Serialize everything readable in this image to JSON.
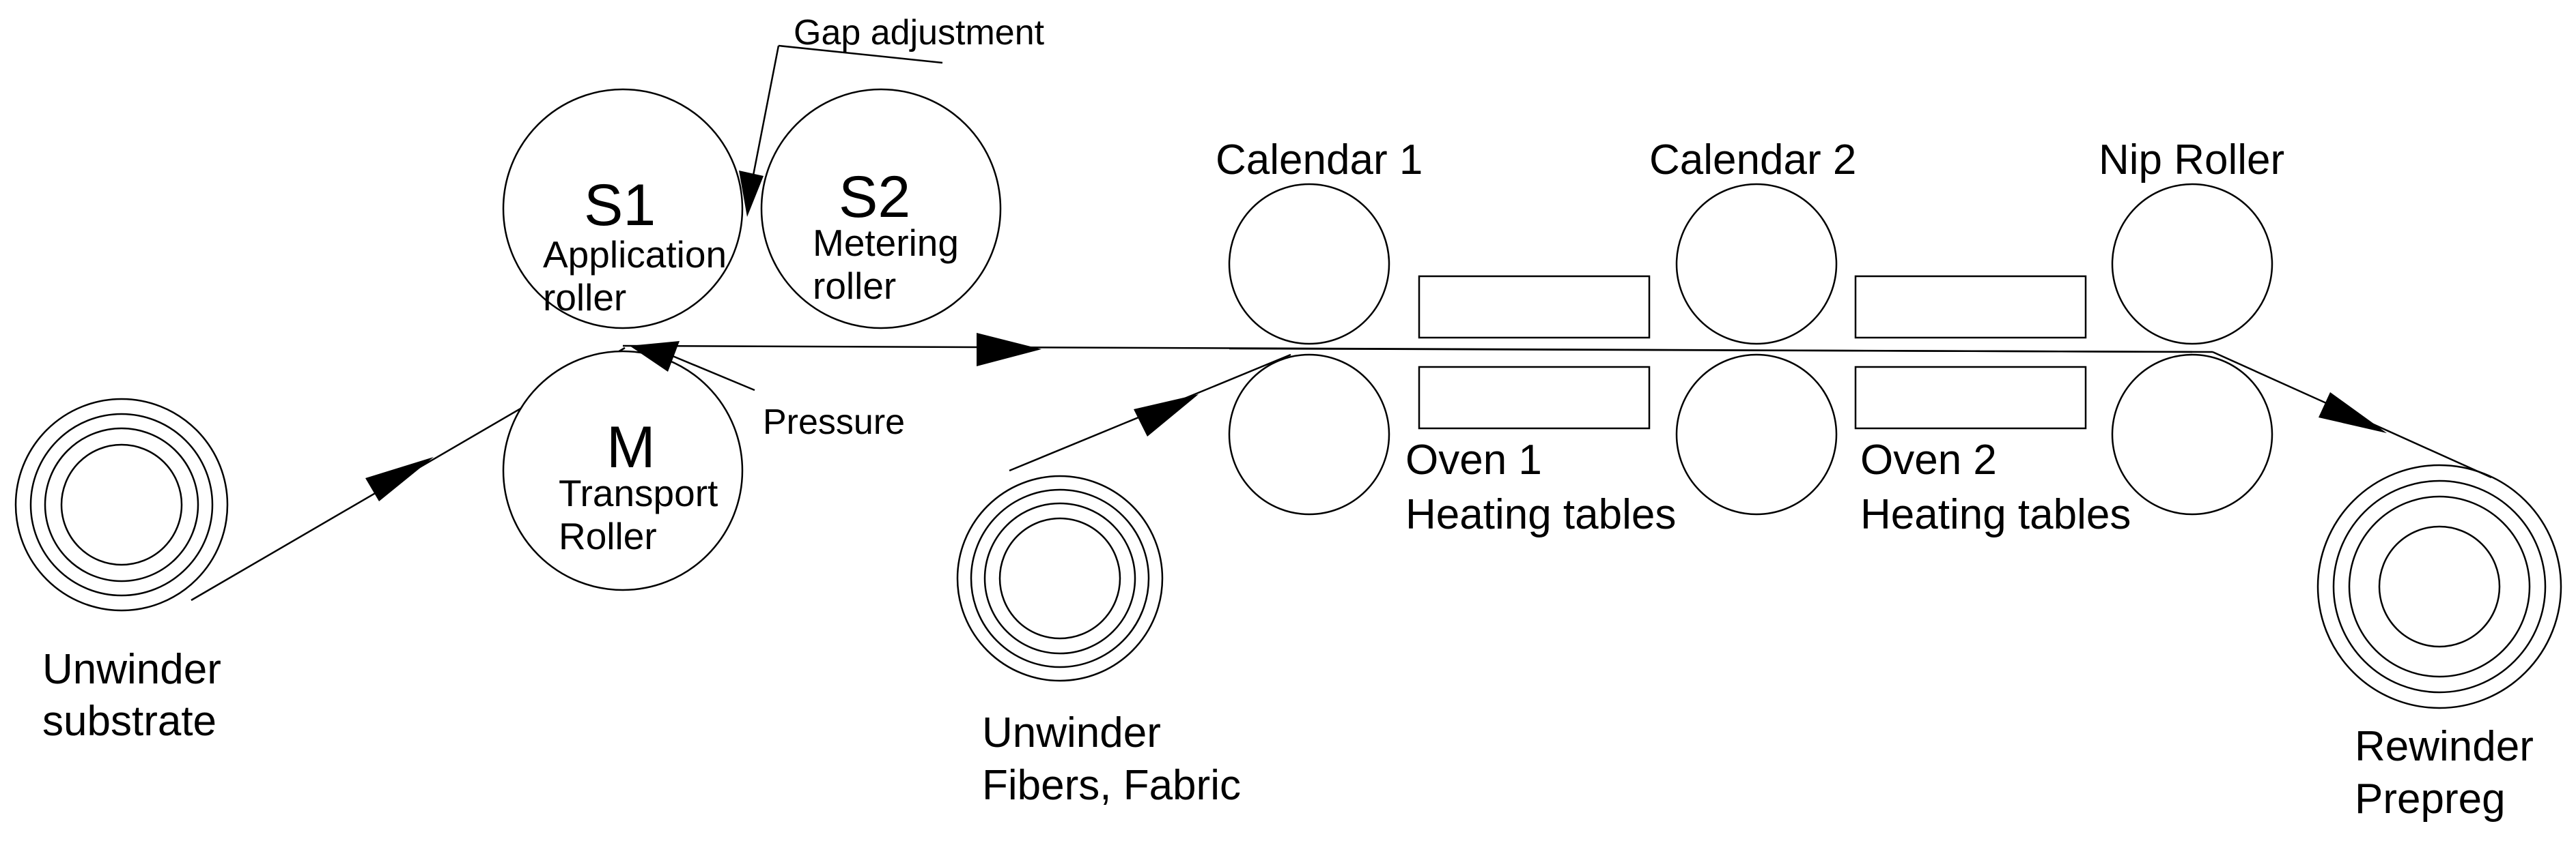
{
  "labels": {
    "gap_adjustment": "Gap adjustment",
    "pressure": "Pressure",
    "unwinder_substrate_1": "Unwinder",
    "unwinder_substrate_2": "substrate",
    "unwinder_fibers_1": "Unwinder",
    "unwinder_fibers_2": "Fibers, Fabric",
    "rewinder_1": "Rewinder",
    "rewinder_2": "Prepreg",
    "calendar1": "Calendar 1",
    "calendar2": "Calendar 2",
    "nip_roller": "Nip Roller",
    "oven1_1": "Oven 1",
    "oven1_2": "Heating tables",
    "oven2_1": "Oven 2",
    "oven2_2": "Heating tables"
  },
  "rollers": {
    "s1": {
      "id": "S1",
      "name1": "Application",
      "name2": "roller"
    },
    "s2": {
      "id": "S2",
      "name1": "Metering",
      "name2": "roller"
    },
    "m": {
      "id": "M",
      "name1": "Transport",
      "name2": "Roller"
    }
  }
}
